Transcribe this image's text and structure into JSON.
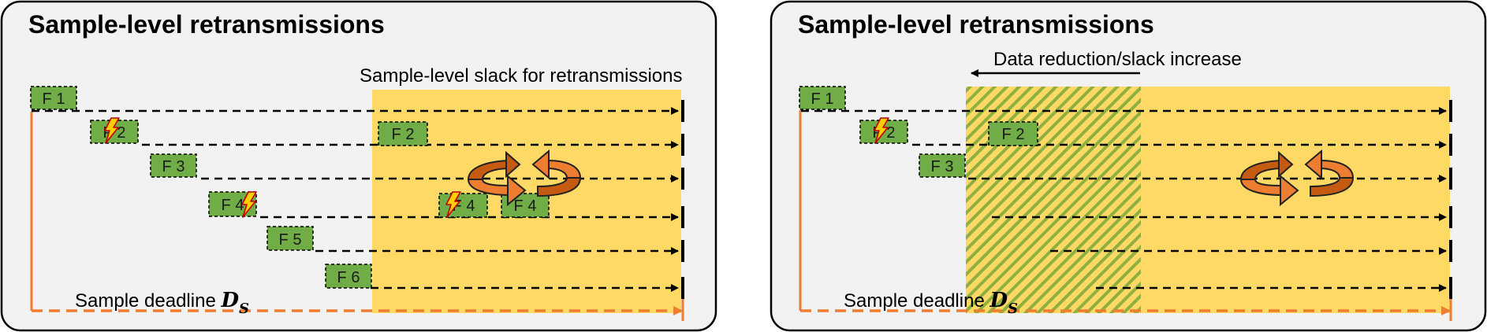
{
  "panels": [
    {
      "title": "Sample-level retransmissions",
      "slack_label": "Sample-level slack for retransmissions",
      "deadline_text": "Sample deadline ",
      "deadline_symbol": "D",
      "deadline_subscript": "S",
      "frames": [
        "F 1",
        "F 2",
        "F 3",
        "F 4",
        "F 5",
        "F 6"
      ],
      "retx_frames": [
        "F 2",
        "F 4",
        "F 4"
      ]
    },
    {
      "title": "Sample-level retransmissions",
      "reduction_label": "Data reduction/slack increase",
      "deadline_text": "Sample deadline ",
      "deadline_symbol": "D",
      "deadline_subscript": "S",
      "frames": [
        "F 1",
        "F 2",
        "F 3"
      ],
      "retx_frames": [
        "F 2"
      ]
    }
  ],
  "colors": {
    "panel_bg": "#f2f2f2",
    "slack": "#ffd966",
    "frame": "#70ad47",
    "deadline_arrow": "#ed7d31",
    "hatch": "#70ad47",
    "cycle_arrow": "#c55a11"
  },
  "icons": [
    "lightning-icon",
    "retransmission-cycle-icon",
    "arrowhead-icon"
  ]
}
